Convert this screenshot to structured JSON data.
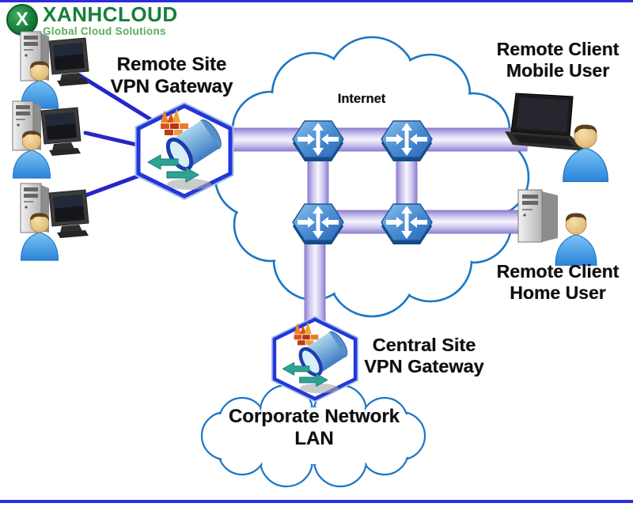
{
  "brand": {
    "icon_letter": "X",
    "name": "XANHCLOUD",
    "tagline": "Global Cloud Solutions"
  },
  "labels": {
    "remote_gateway": {
      "line1": "Remote Site",
      "line2": "VPN Gateway"
    },
    "internet": "Internet",
    "mobile_client": {
      "line1": "Remote Client",
      "line2": "Mobile User"
    },
    "home_client": {
      "line1": "Remote Client",
      "line2": "Home User"
    },
    "central_gateway": {
      "line1": "Central Site",
      "line2": "VPN Gateway"
    },
    "corporate_lan": {
      "line1": "Corporate Network",
      "line2": "LAN"
    }
  },
  "diagram": {
    "nodes": [
      {
        "id": "workstation-1",
        "type": "workstation-with-user"
      },
      {
        "id": "workstation-2",
        "type": "workstation-with-user"
      },
      {
        "id": "workstation-3",
        "type": "workstation-with-user"
      },
      {
        "id": "remote-site-vpn-gateway",
        "type": "vpn-gateway-tunnel-icon"
      },
      {
        "id": "internet-cloud",
        "type": "cloud",
        "routers": 4
      },
      {
        "id": "mobile-user",
        "type": "laptop-with-user"
      },
      {
        "id": "home-user",
        "type": "desktop-tower-with-user"
      },
      {
        "id": "central-site-vpn-gateway",
        "type": "vpn-gateway-tunnel-icon"
      },
      {
        "id": "corporate-lan-cloud",
        "type": "cloud"
      }
    ],
    "connections": [
      {
        "from": "workstation-1",
        "to": "remote-site-vpn-gateway",
        "style": "line"
      },
      {
        "from": "workstation-2",
        "to": "remote-site-vpn-gateway",
        "style": "line"
      },
      {
        "from": "workstation-3",
        "to": "remote-site-vpn-gateway",
        "style": "line"
      },
      {
        "from": "remote-site-vpn-gateway",
        "to": "router-top-left",
        "style": "pipe"
      },
      {
        "from": "router-top-left",
        "to": "router-top-right",
        "style": "pipe"
      },
      {
        "from": "router-top-right",
        "to": "mobile-user",
        "style": "pipe"
      },
      {
        "from": "router-top-left",
        "to": "router-bottom-left",
        "style": "pipe"
      },
      {
        "from": "router-top-right",
        "to": "router-bottom-right",
        "style": "pipe"
      },
      {
        "from": "router-bottom-left",
        "to": "router-bottom-right",
        "style": "pipe"
      },
      {
        "from": "router-bottom-right",
        "to": "home-user",
        "style": "pipe"
      },
      {
        "from": "router-bottom-left",
        "to": "central-site-vpn-gateway",
        "style": "pipe"
      }
    ]
  },
  "colors": {
    "frame_border": "#2d2dd8",
    "cloud_outline": "#1b76c6",
    "pipe_edge": "#8d80d0",
    "router_blue": "#2a66b8",
    "hexagon_border": "#2336d8",
    "connection_line": "#2626c9",
    "tunnel_arrow_teal": "#2fa393",
    "brand_green_dark": "#157f38",
    "brand_green_light": "#57ae58"
  }
}
